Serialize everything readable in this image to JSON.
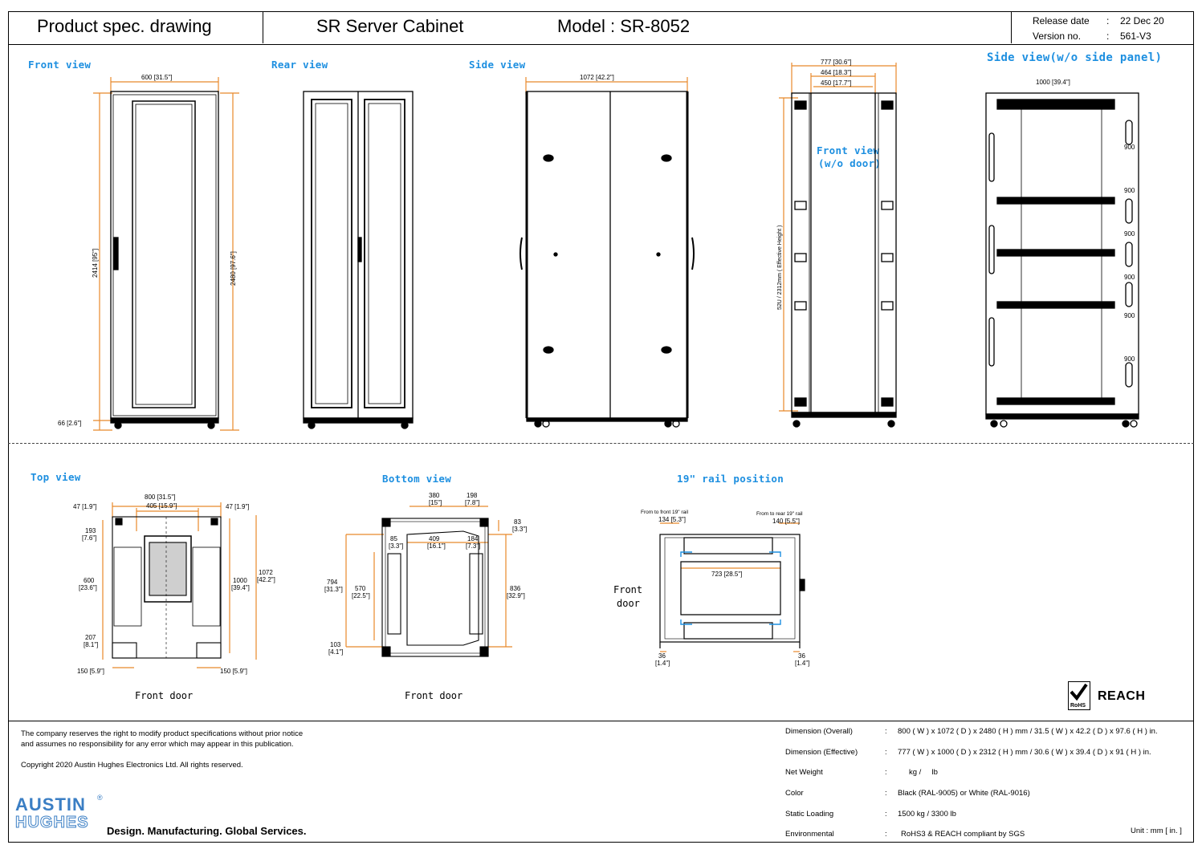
{
  "header": {
    "doc_type": "Product spec. drawing",
    "product": "SR Server Cabinet",
    "model": "Model : SR-8052",
    "release_label": "Release date",
    "release_colon": ":",
    "release_value": "22 Dec 20",
    "version_label": "Version no.",
    "version_colon": ":",
    "version_value": "561-V3"
  },
  "views": {
    "front": "Front view",
    "rear": "Rear view",
    "side": "Side view",
    "front_wo_door_1": "Front view",
    "front_wo_door_2": "(w/o door)",
    "side_wo_panel": "Side view(w/o side panel)",
    "top": "Top view",
    "bottom": "Bottom view",
    "rail": "19\" rail position"
  },
  "dims": {
    "front_width": "600 [31.5\"]",
    "front_h1": "2414 [95\"]",
    "front_h2": "2480 [97.6\"]",
    "front_base": "66 [2.6\"]",
    "side_depth": "1072 [42.2\"]",
    "fwd_777": "777 [30.6\"]",
    "fwd_464": "464 [18.3\"]",
    "fwd_450": "450 [17.7\"]",
    "fwd_height": "52U / 2312mm ( Effective Height )",
    "swp_depth": "1000 [39.4\"]",
    "swp_900": "900",
    "top_47a": "47 [1.9\"]",
    "top_800": "800 [31.5\"]",
    "top_405": "405 [15.9\"]",
    "top_47b": "47 [1.9\"]",
    "top_193": "193",
    "top_193i": "[7.6\"]",
    "top_600": "600",
    "top_600i": "[23.6\"]",
    "top_207": "207",
    "top_207i": "[8.1\"]",
    "top_1000": "1000",
    "top_1000i": "[39.4\"]",
    "top_1072": "1072",
    "top_1072i": "[42.2\"]",
    "top_150a": "150 [5.9\"]",
    "top_150b": "150 [5.9\"]",
    "bot_380": "380",
    "bot_380i": "[15\"]",
    "bot_198": "198",
    "bot_198i": "[7.8\"]",
    "bot_83": "83",
    "bot_83i": "[3.3\"]",
    "bot_85": "85",
    "bot_85i": "[3.3\"]",
    "bot_409": "409",
    "bot_409i": "[16.1\"]",
    "bot_184": "184",
    "bot_184i": "[7.3\"]",
    "bot_794": "794",
    "bot_794i": "[31.3\"]",
    "bot_570": "570",
    "bot_570i": "[22.5\"]",
    "bot_836": "836",
    "bot_836i": "[32.9\"]",
    "bot_103": "103",
    "bot_103i": "[4.1\"]",
    "rail_front_label": "From to front 19\" rail",
    "rail_134": "134 [5.3\"]",
    "rail_rear_label": "From to rear 19\" rail",
    "rail_140": "140 [5.5\"]",
    "rail_723": "723 [28.5\"]",
    "rail_36a": "36",
    "rail_36ai": "[1.4\"]",
    "rail_36b": "36",
    "rail_36bi": "[1.4\"]"
  },
  "captions": {
    "top_front_door": "Front door",
    "bottom_front_door": "Front door",
    "rail_front_door_1": "Front",
    "rail_front_door_2": "door"
  },
  "reach": {
    "badge": "RoHS",
    "label": "REACH"
  },
  "footer": {
    "disclaimer_1": "The company reserves the right to modify product specifications without prior notice",
    "disclaimer_2": "and assumes no responsibility for any error which may appear in this publication.",
    "copyright": "Copyright 2020 Austin Hughes Electronics Ltd. All rights reserved.",
    "logo_top": "AUSTIN",
    "logo_bottom": "HUGHES",
    "logo_reg": "®",
    "tagline": "Design. Manufacturing. Global Services.",
    "unit": "Unit : mm [ in. ]",
    "specs": [
      {
        "label": "Dimension (Overall)",
        "colon": ":",
        "value": "800 ( W ) x 1072 ( D ) x 2480 ( H ) mm / 31.5 ( W ) x 42.2 ( D ) x 97.6 ( H ) in."
      },
      {
        "label": "Dimension (Effective)",
        "colon": ":",
        "value": "777 ( W ) x 1000 ( D ) x 2312 ( H ) mm / 30.6 ( W ) x 39.4 ( D ) x 91 ( H ) in."
      },
      {
        "label": "Net Weight",
        "colon": ":",
        "value": "kg /     lb"
      },
      {
        "label": "Color",
        "colon": ":",
        "value": "Black (RAL-9005) or White (RAL-9016)"
      },
      {
        "label": "Static Loading",
        "colon": ":",
        "value": "1500 kg / 3300 lb"
      },
      {
        "label": "Environmental",
        "colon": ":",
        "value": "RoHS3 &  REACH compliant by SGS"
      }
    ]
  },
  "colors": {
    "dimension_line": "#e8892a",
    "view_label": "#1d8fe0",
    "rail_marker": "#1d8fe0",
    "logo": "#3a7ec4"
  }
}
